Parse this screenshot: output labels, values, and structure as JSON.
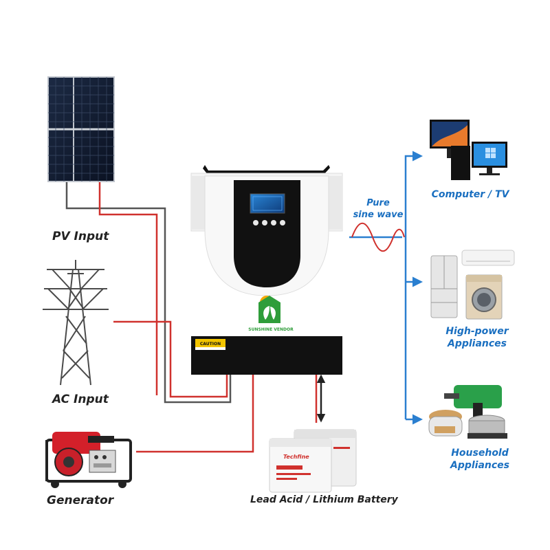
{
  "sources": {
    "pv": "PV Input",
    "ac": "AC Input",
    "generator": "Generator"
  },
  "outputs": {
    "computer": "Computer / TV",
    "high_power_line1": "High-power",
    "high_power_line2": "Appliances",
    "household_line1": "Household",
    "household_line2": "Appliances"
  },
  "waveform": {
    "line1": "Pure",
    "line2": "sine wave"
  },
  "battery": {
    "label": "Lead Acid / Lithium Battery",
    "brand": "Techfine"
  },
  "logo": {
    "text": "SUNSHINE VENDOR"
  },
  "inverter": {
    "caution": "CAUTION"
  },
  "colors": {
    "ac_wire": "#d0312d",
    "dc_wire": "#555555",
    "output_arrow": "#2a7fd0",
    "label_blue": "#1a6fc0",
    "inverter_body": "#111111"
  }
}
